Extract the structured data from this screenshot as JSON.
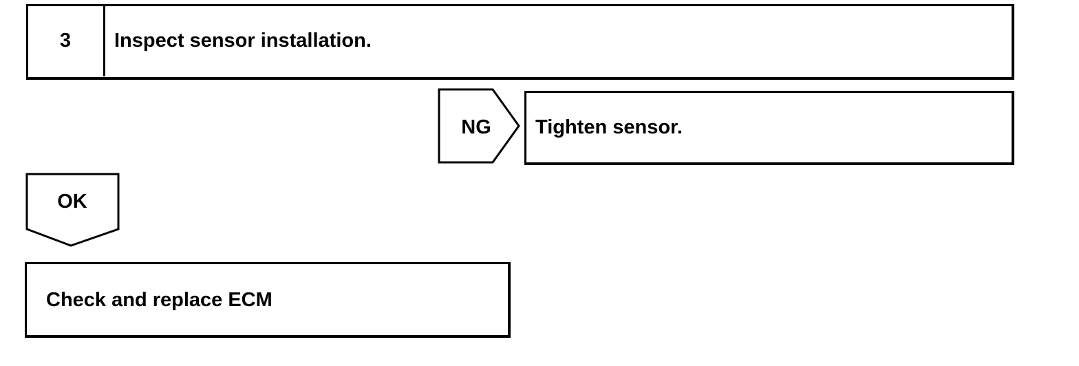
{
  "step": {
    "number": "3",
    "title": "Inspect sensor installation."
  },
  "branch_ng": {
    "label": "NG",
    "action": "Tighten sensor."
  },
  "branch_ok": {
    "label": "OK",
    "action": "Check and replace ECM"
  },
  "colors": {
    "line": "#000000",
    "background": "#ffffff"
  }
}
